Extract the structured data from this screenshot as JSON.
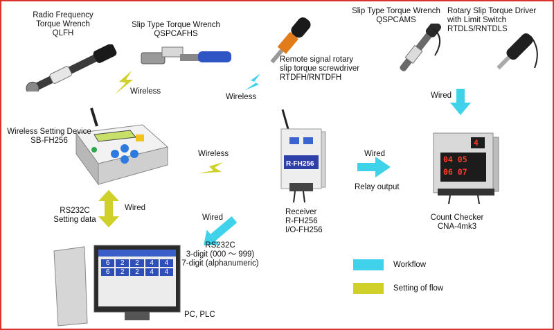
{
  "devices": {
    "qlfh": {
      "lines": [
        "Radio Frequency",
        "Torque Wrench",
        "QLFH"
      ]
    },
    "qspcafhs": {
      "lines": [
        "Slip Type Torque Wrench",
        "QSPCAFHS"
      ]
    },
    "rtdfh": {
      "lines": [
        "Remote signal rotary",
        "slip torque screwdriver",
        "RTDFH/RNTDFH"
      ]
    },
    "qspcams": {
      "lines": [
        "Slip Type Torque Wrench",
        "QSPCAMS"
      ]
    },
    "rtdls": {
      "lines": [
        "Rotary Slip Torque Driver",
        "with Limit Switch",
        "RTDLS/RNTDLS"
      ]
    },
    "sbfh256": {
      "lines": [
        "Wireless Setting Device",
        "SB-FH256"
      ]
    },
    "receiver": {
      "lines": [
        "Receiver",
        "R-FH256",
        "I/O-FH256"
      ],
      "panel_label": "R-FH256"
    },
    "cna4mk3": {
      "lines": [
        "Count Checker",
        "CNA-4mk3"
      ],
      "display_top": "4",
      "display_rows": [
        "04 05",
        "06 07"
      ]
    },
    "pc": {
      "lines": [
        "PC, PLC"
      ],
      "screen_values": [
        "6",
        "2",
        "2",
        "4",
        "4",
        "6",
        "2",
        "2",
        "4",
        "4"
      ]
    }
  },
  "connections": {
    "wireless_left_top": "Wireless",
    "wireless_center_top": "Wireless",
    "wireless_middle": "Wireless",
    "wired_top_right": "Wired",
    "wired_relay": "Wired",
    "relay_output": "Relay output",
    "wired_left": "Wired",
    "rs232_setting": [
      "RS232C",
      "Setting data"
    ],
    "wired_bottom": "Wired",
    "rs232_output": [
      "RS232C",
      "3-digit (000 ～ 999)",
      "7-digit (alphanumeric)"
    ]
  },
  "legend": {
    "items": [
      {
        "label": "Workflow",
        "color": "#3fd2ea"
      },
      {
        "label": "Setting of flow",
        "color": "#cfd12a"
      }
    ]
  },
  "colors": {
    "workflow": "#3fd2ea",
    "setting": "#cfd12a",
    "border": "#d9342b"
  }
}
